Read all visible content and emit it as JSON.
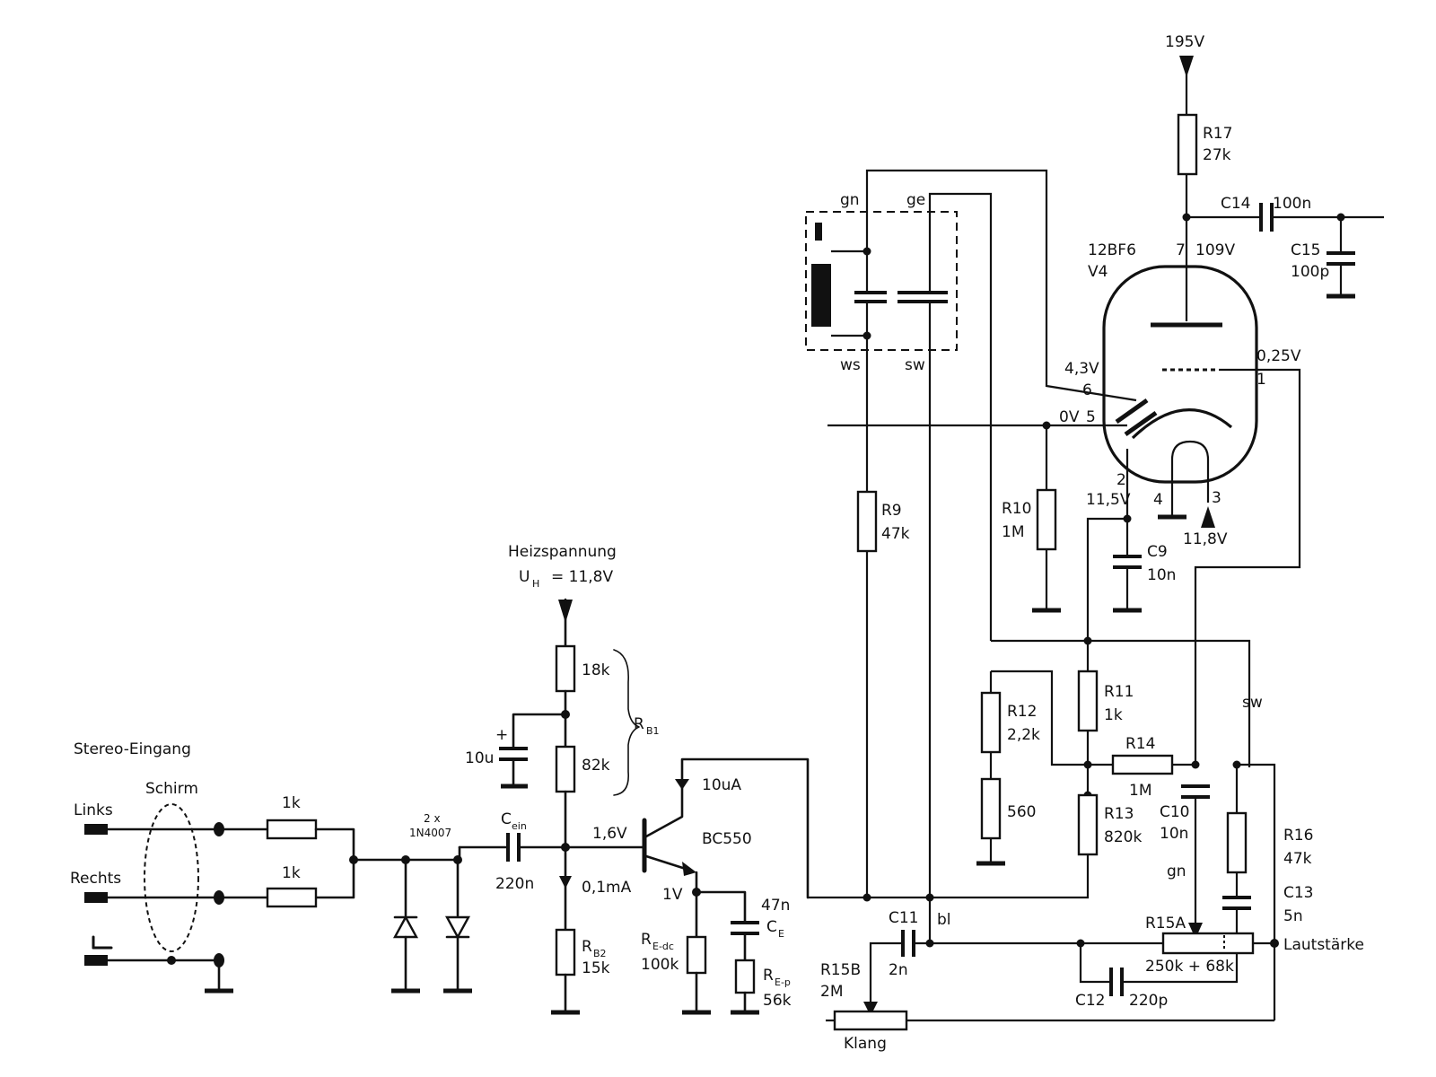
{
  "supply": {
    "anode": "195V",
    "heater_title": "Heizspannung",
    "heater_u": "U",
    "heater_u_sub": "H",
    "heater_value": "= 11,8V"
  },
  "tube": {
    "type": "12BF6",
    "ref": "V4",
    "pin7": "7",
    "v_anode": "109V",
    "pin6": "6",
    "v_pin6": "4,3V",
    "pin5": "5",
    "v_pin5": "0V",
    "pin1": "1",
    "v_pin1": "0,25V",
    "pin2": "2",
    "v_pin2": "11,5V",
    "pin4": "4",
    "pin3": "3",
    "v_pin3": "11,8V"
  },
  "components": {
    "r17": {
      "ref": "R17",
      "value": "27k"
    },
    "c14": {
      "ref": "C14",
      "value": "100n"
    },
    "c15": {
      "ref": "C15",
      "value": "100p"
    },
    "r9": {
      "ref": "R9",
      "value": "47k"
    },
    "r10": {
      "ref": "R10",
      "value": "1M"
    },
    "c9": {
      "ref": "C9",
      "value": "10n"
    },
    "r11": {
      "ref": "R11",
      "value": "1k"
    },
    "r12": {
      "ref": "R12",
      "value": "2,2k"
    },
    "r12b": {
      "value": "560"
    },
    "r13": {
      "ref": "R13",
      "value": "820k"
    },
    "r14": {
      "ref": "R14",
      "value": "1M"
    },
    "c10": {
      "ref": "C10",
      "value": "10n"
    },
    "r16": {
      "ref": "R16",
      "value": "47k"
    },
    "c13": {
      "ref": "C13",
      "value": "5n"
    },
    "r15a": {
      "ref": "R15A",
      "value": "250k + 68k",
      "label": "Lautstärke"
    },
    "c11": {
      "ref": "C11",
      "value": "2n"
    },
    "c12": {
      "ref": "C12",
      "value": "220p"
    },
    "r15b": {
      "ref": "R15B",
      "value": "2M",
      "label": "Klang"
    },
    "rb1_top": {
      "value": "18k"
    },
    "rb1_bot": {
      "value": "82k"
    },
    "rb1": {
      "ref": "R",
      "sub": "B1"
    },
    "c_dec": {
      "value": "10u",
      "polarity": "+"
    },
    "c_ein": {
      "ref": "C",
      "sub": "ein",
      "value": "220n"
    },
    "rb2": {
      "ref": "R",
      "sub": "B2",
      "value": "15k"
    },
    "q1": {
      "type": "BC550",
      "ic": "10uA",
      "vb": "1,6V",
      "ib": "0,1mA",
      "ve": "1V"
    },
    "re_dc": {
      "ref": "R",
      "sub": "E-dc",
      "value": "100k"
    },
    "ce": {
      "value": "47n",
      "ref": "C",
      "sub": "E"
    },
    "re_p": {
      "ref": "R",
      "sub": "E-p",
      "value": "56k"
    },
    "r_in1": {
      "value": "1k"
    },
    "r_in2": {
      "value": "1k"
    },
    "diodes": {
      "count": "2 x",
      "type": "1N4007"
    }
  },
  "input": {
    "title": "Stereo-Eingang",
    "shield": "Schirm",
    "left": "Links",
    "right": "Rechts"
  },
  "wire_colors": {
    "gn": "gn",
    "ge": "ge",
    "ws": "ws",
    "sw": "sw",
    "sw2": "sw",
    "gn2": "gn",
    "bl": "bl"
  }
}
